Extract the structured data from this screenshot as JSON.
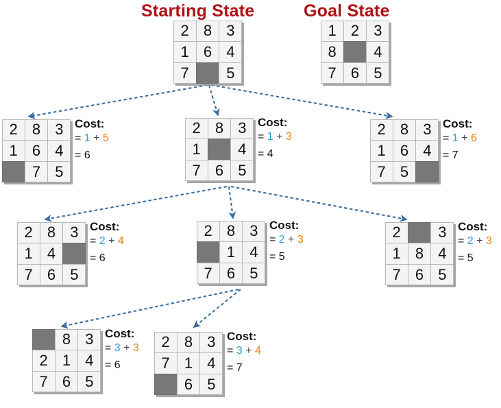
{
  "titles": {
    "start": "Starting State",
    "goal": "Goal State"
  },
  "labels": {
    "cost": "Cost:",
    "plus": "+",
    "equals": "=",
    "blank": ""
  },
  "colors": {
    "title": "#B01116",
    "g_value": "#2E9BD6",
    "h_value": "#E8801A",
    "arrow": "#3C6E9F",
    "tile": "#F4F4F4",
    "blank_tile": "#787878"
  },
  "nodes": {
    "start": {
      "name": "starting-state",
      "tiles": [
        "2",
        "8",
        "3",
        "1",
        "6",
        "4",
        "7",
        "",
        "5"
      ]
    },
    "goal": {
      "name": "goal-state",
      "tiles": [
        "1",
        "2",
        "3",
        "8",
        "",
        "4",
        "7",
        "6",
        "5"
      ]
    },
    "l1a": {
      "name": "level1-left",
      "tiles": [
        "2",
        "8",
        "3",
        "1",
        "6",
        "4",
        "",
        "7",
        "5"
      ],
      "cost": {
        "g": "1",
        "h": "5",
        "total": "6"
      }
    },
    "l1b": {
      "name": "level1-middle",
      "tiles": [
        "2",
        "8",
        "3",
        "1",
        "",
        "4",
        "7",
        "6",
        "5"
      ],
      "cost": {
        "g": "1",
        "h": "3",
        "total": "4"
      }
    },
    "l1c": {
      "name": "level1-right",
      "tiles": [
        "2",
        "8",
        "3",
        "1",
        "6",
        "4",
        "7",
        "5",
        ""
      ],
      "cost": {
        "g": "1",
        "h": "6",
        "total": "7"
      }
    },
    "l2a": {
      "name": "level2-left",
      "tiles": [
        "2",
        "8",
        "3",
        "1",
        "4",
        "",
        "7",
        "6",
        "5"
      ],
      "cost": {
        "g": "2",
        "h": "4",
        "total": "6"
      }
    },
    "l2b": {
      "name": "level2-middle",
      "tiles": [
        "2",
        "8",
        "3",
        "",
        "1",
        "4",
        "7",
        "6",
        "5"
      ],
      "cost": {
        "g": "2",
        "h": "3",
        "total": "5"
      }
    },
    "l2c": {
      "name": "level2-right",
      "tiles": [
        "2",
        "",
        "3",
        "1",
        "8",
        "4",
        "7",
        "6",
        "5"
      ],
      "cost": {
        "g": "2",
        "h": "3",
        "total": "5"
      }
    },
    "l3a": {
      "name": "level3-left",
      "tiles": [
        "",
        "8",
        "3",
        "2",
        "1",
        "4",
        "7",
        "6",
        "5"
      ],
      "cost": {
        "g": "3",
        "h": "3",
        "total": "6"
      }
    },
    "l3b": {
      "name": "level3-right",
      "tiles": [
        "2",
        "8",
        "3",
        "7",
        "1",
        "4",
        "",
        "6",
        "5"
      ],
      "cost": {
        "g": "3",
        "h": "4",
        "total": "7"
      }
    }
  }
}
